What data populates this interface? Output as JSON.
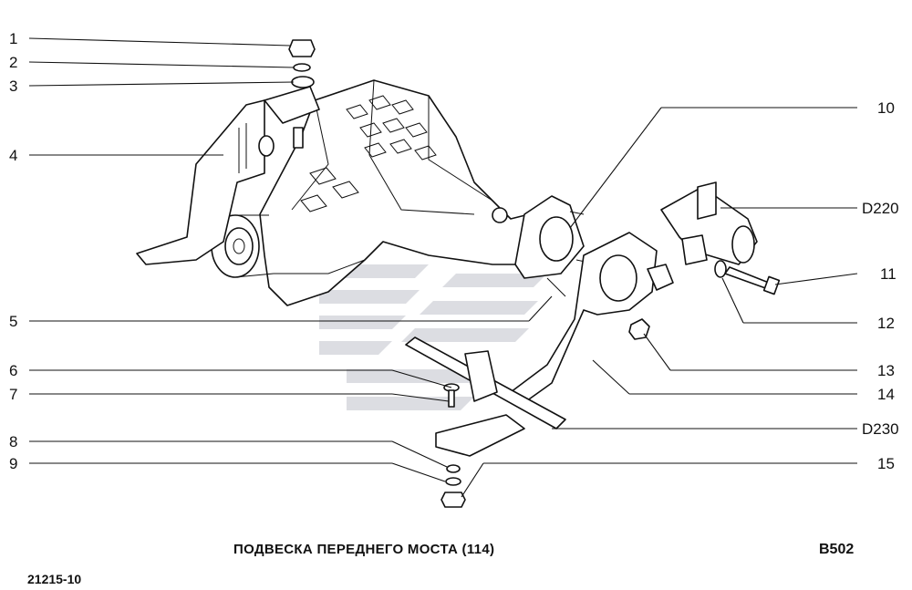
{
  "diagram": {
    "title": "ПОДВЕСКА ПЕРЕДНЕГО МОСТА (114)",
    "page_code": "B502",
    "catalog_number": "21215-10",
    "callouts_left": [
      "1",
      "2",
      "3",
      "4",
      "5",
      "6",
      "7",
      "8",
      "9"
    ],
    "callouts_right": [
      "10",
      "D220",
      "11",
      "12",
      "13",
      "14",
      "D230",
      "15"
    ],
    "colors": {
      "line": "#111111",
      "background": "#ffffff",
      "watermark": "#dcdde2"
    }
  }
}
